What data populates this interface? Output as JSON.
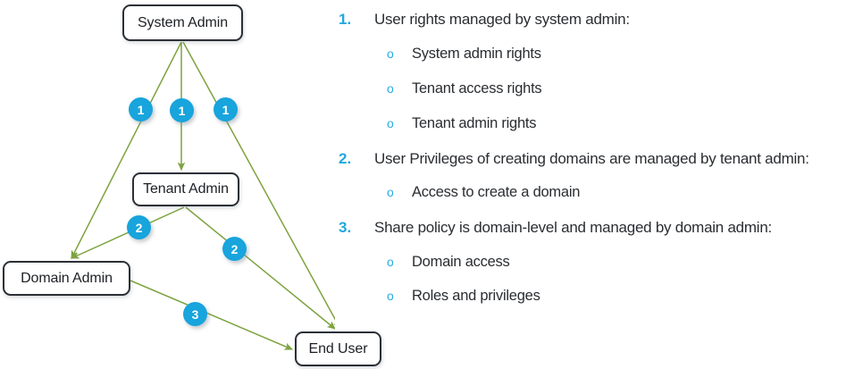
{
  "colors": {
    "badge_blue": "#18a4dc",
    "marker_blue": "#22a7e0",
    "bullet_blue": "#29ABE2",
    "arrow_green": "#7da340",
    "node_border": "#2b3036",
    "text_dark": "#2a2d31",
    "background": "#ffffff"
  },
  "diagram": {
    "nodes": [
      {
        "id": "system-admin",
        "label": "System Admin"
      },
      {
        "id": "tenant-admin",
        "label": "Tenant Admin"
      },
      {
        "id": "domain-admin",
        "label": "Domain Admin"
      },
      {
        "id": "end-user",
        "label": "End User"
      }
    ],
    "edges": [
      {
        "from": "System Admin",
        "to": "Domain Admin",
        "badge": "1"
      },
      {
        "from": "System Admin",
        "to": "Tenant Admin",
        "badge": "1"
      },
      {
        "from": "System Admin",
        "to": "End User",
        "badge": "1"
      },
      {
        "from": "Tenant Admin",
        "to": "Domain Admin",
        "badge": "2"
      },
      {
        "from": "Tenant Admin",
        "to": "End User",
        "badge": "2"
      },
      {
        "from": "Domain Admin",
        "to": "End User",
        "badge": "3"
      }
    ],
    "badges": [
      {
        "id": "badge-1-a",
        "text": "1"
      },
      {
        "id": "badge-1-b",
        "text": "1"
      },
      {
        "id": "badge-1-c",
        "text": "1"
      },
      {
        "id": "badge-2-a",
        "text": "2"
      },
      {
        "id": "badge-2-b",
        "text": "2"
      },
      {
        "id": "badge-3-a",
        "text": "3"
      }
    ]
  },
  "notes": {
    "bullet_glyph": "o",
    "items": [
      {
        "marker": "1.",
        "text": "User rights managed by system admin:",
        "sub": [
          "System admin rights",
          "Tenant access rights",
          "Tenant admin rights"
        ]
      },
      {
        "marker": "2.",
        "text": "User Privileges of creating domains are managed by tenant admin:",
        "sub": [
          "Access to create a domain"
        ]
      },
      {
        "marker": "3.",
        "text": "Share policy is domain-level and managed by domain admin:",
        "sub": [
          "Domain access",
          "Roles and privileges"
        ]
      }
    ]
  }
}
